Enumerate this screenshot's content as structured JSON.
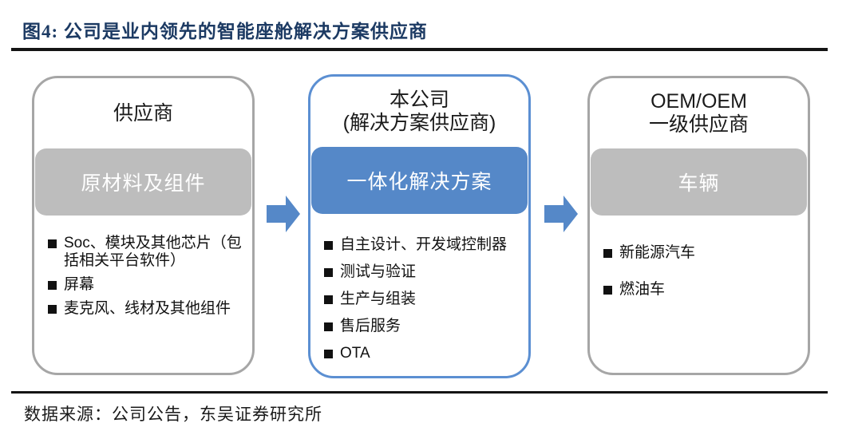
{
  "figure": {
    "title": "图4:  公司是业内领先的智能座舱解决方案供应商",
    "source": "数据来源：公司公告，东吴证券研究所"
  },
  "colors": {
    "title_navy": "#1C3A63",
    "blue_fill": "#5588C8",
    "blue_border": "#5B8FD2",
    "gray_fill": "#BDBDBD",
    "gray_border": "#A6A6A6",
    "rule_black": "#141414"
  },
  "diagram": {
    "nodes": [
      {
        "title": "供应商",
        "banner": "原材料及组件",
        "style": "gray",
        "items": [
          "Soc、模块及其他芯片（包括相关平台软件）",
          "屏幕",
          "麦克风、线材及其他组件"
        ]
      },
      {
        "title": "本公司",
        "subtitle": "(解决方案供应商)",
        "banner": "一体化解决方案",
        "style": "blue",
        "items": [
          "自主设计、开发域控制器",
          "测试与验证",
          "生产与组装",
          "售后服务",
          "OTA"
        ]
      },
      {
        "title": "OEM/OEM",
        "subtitle": "一级供应商",
        "banner": "车辆",
        "style": "gray",
        "items": [
          "新能源汽车",
          "燃油车"
        ]
      }
    ],
    "arrows": [
      "flow-arrow-1",
      "flow-arrow-2"
    ]
  }
}
